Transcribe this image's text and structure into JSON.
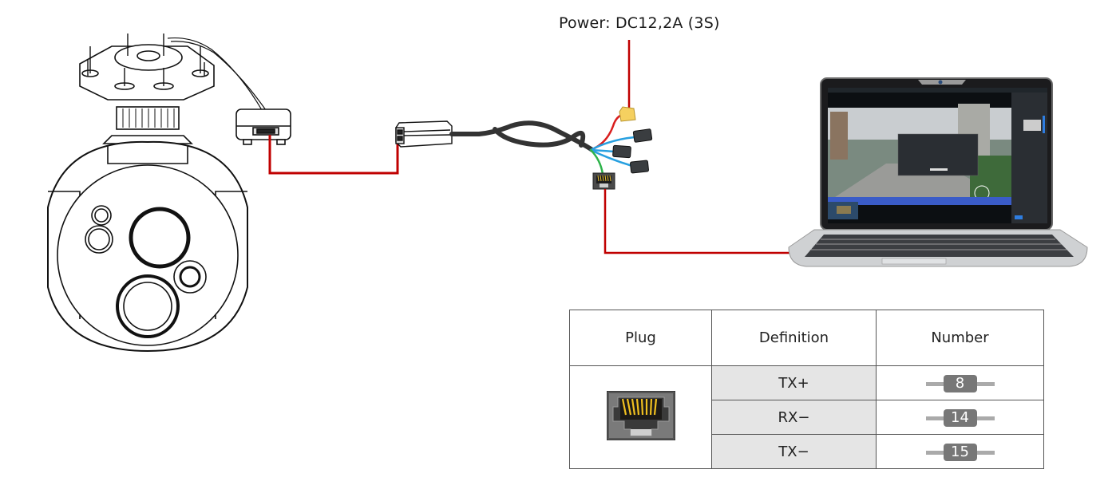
{
  "power": {
    "label": "Power: DC12,2A (3S)"
  },
  "devices": {
    "gimbal_camera": "gimbal-camera",
    "control_box": "control-box",
    "adapter": "adapter-module",
    "cable": "breakout-cable",
    "xt_connector": "xt-power-connector",
    "rj45": "rj45-port",
    "laptop": "laptop"
  },
  "wire_colors": {
    "signal": "#c00000",
    "power": "#d91e1e",
    "data": "#27a0e0",
    "ethernet": "#2db34a",
    "connector_yellow": "#f5d060"
  },
  "table": {
    "headers": [
      "Plug",
      "Definition",
      "Number"
    ],
    "plug_icon": "rj45-plug-icon",
    "rows": [
      {
        "definition": "TX+",
        "number": "8"
      },
      {
        "definition": "RX−",
        "number": "14"
      },
      {
        "definition": "TX−",
        "number": "15"
      }
    ]
  }
}
